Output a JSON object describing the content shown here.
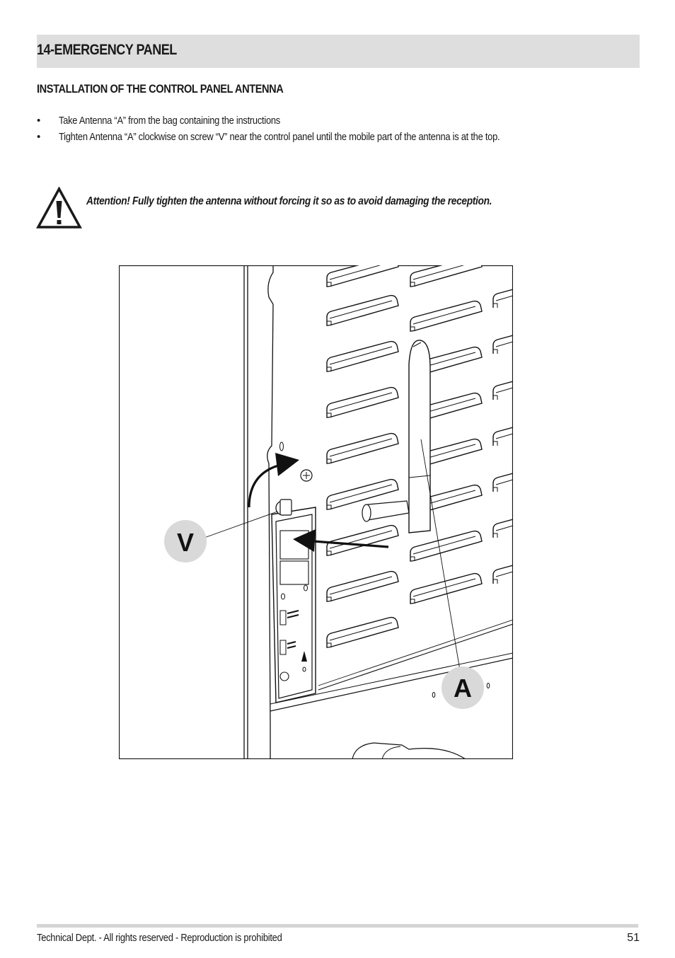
{
  "section": {
    "title": "14-EMERGENCY PANEL"
  },
  "subsection": {
    "title": "INSTALLATION OF THE CONTROL PANEL ANTENNA"
  },
  "steps": [
    {
      "bullet": "•",
      "text": "Take Antenna “A” from the bag containing the instructions"
    },
    {
      "bullet": "•",
      "text": "Tighten Antenna “A” clockwise on screw “V” near the control panel until the mobile part of the antenna is at the top."
    }
  ],
  "warning": {
    "icon": "warning-triangle-icon",
    "text": "Attention! Fully tighten the antenna without forcing it so as to avoid damaging the reception."
  },
  "figure": {
    "callouts": {
      "v": "V",
      "a": "A"
    },
    "callout_color": "#d9d9d9"
  },
  "footer": {
    "text": "Technical Dept. - All rights reserved - Reproduction is prohibited",
    "page_number": "51"
  }
}
